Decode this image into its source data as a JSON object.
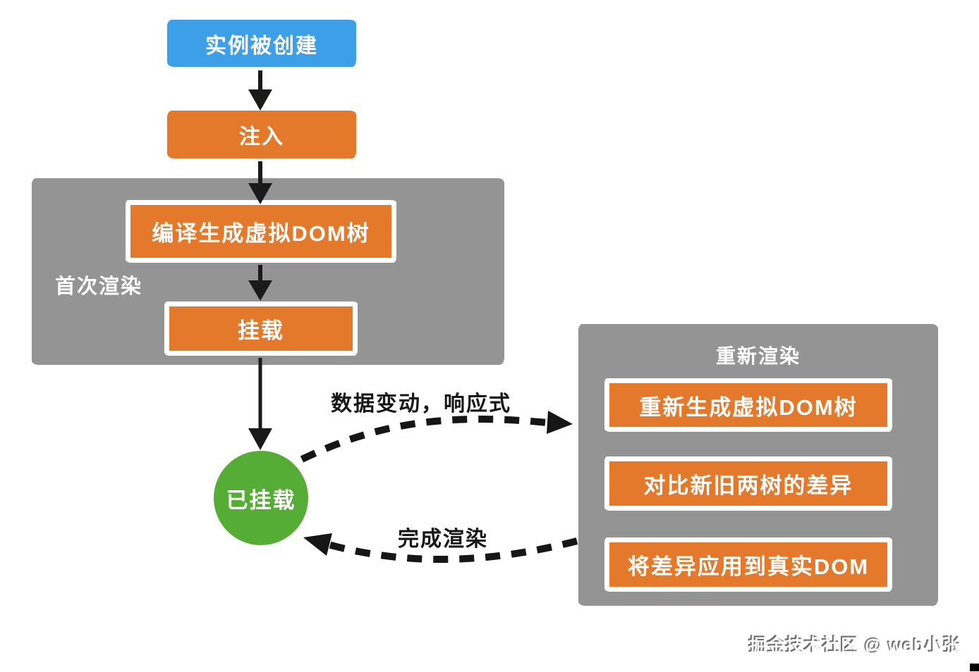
{
  "palette": {
    "blue": "#3E9FE9",
    "orange": "#E5792B",
    "gray": "#949494",
    "green": "#56AD36",
    "arrow_black": "#1A1A1A",
    "text_white": "#FFFFFF"
  },
  "flow": {
    "created_label": "实例被创建",
    "inject_label": "注入",
    "first_render": {
      "label": "首次渲染",
      "steps": [
        "编译生成虚拟DOM树",
        "挂载"
      ]
    },
    "mounted_label": "已挂载",
    "rerender": {
      "label": "重新渲染",
      "steps": [
        "重新生成虚拟DOM树",
        "对比新旧两树的差异",
        "将差异应用到真实DOM"
      ]
    },
    "edges": {
      "data_change_label": "数据变动，响应式",
      "render_done_label": "完成渲染"
    }
  },
  "watermark": "掘金技术社区 @ web小张"
}
